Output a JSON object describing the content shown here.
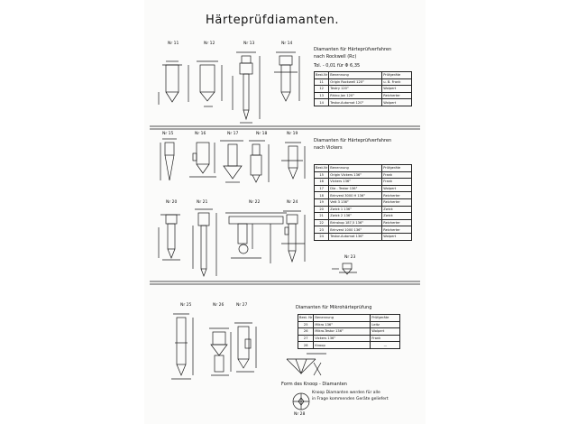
{
  "title": "Härteprüfdiamanten.",
  "rockwell": {
    "labels": [
      "Nr 11",
      "Nr 12",
      "Nr 13",
      "Nr 14"
    ],
    "heading_line1": "Diamanten für Härteprüfverfahren",
    "heading_line2": "nach Rockwell (Rc)",
    "tolerance": "Tol. - 0,01 für Φ 6,35",
    "columns": [
      "Best.Nr",
      "Benennung",
      "Prüfgeräte"
    ],
    "rows": [
      [
        "11",
        "Origin Rockwell 120°",
        "u. B. Frank"
      ],
      [
        "12",
        "Testry 120°",
        "Wolpert"
      ],
      [
        "13",
        "Rhino Jon 120°",
        "Reicherter"
      ],
      [
        "14",
        "Testor-Automat 120°",
        "Wolpert"
      ]
    ]
  },
  "vickers": {
    "labels_top": [
      "Nr 15",
      "Nr 16",
      "Nr 17",
      "Nr 18",
      "Nr 19"
    ],
    "labels_bottom": [
      "Nr 20",
      "Nr 21",
      "Nr 22",
      "Nr 24"
    ],
    "label_23": "Nr 23",
    "heading_line1": "Diamanten für Härteprüfverfahren",
    "heading_line2": "nach Vickers",
    "columns": [
      "Best.Nr",
      "Benennung",
      "Prüfgeräte"
    ],
    "rows": [
      [
        "15",
        "Origin Vickers 136°",
        "Frank"
      ],
      [
        "16",
        "Vickers 136°",
        "Frank"
      ],
      [
        "17",
        "Dia - Testor 136°",
        "Wolpert"
      ],
      [
        "18",
        "Brinvest 3000 H 136°",
        "Reicherter"
      ],
      [
        "19",
        "Vett 3 136°",
        "Reicherter"
      ],
      [
        "20",
        "Zwick 1 136°",
        "Zwick"
      ],
      [
        "21",
        "Zwick 2 136°",
        "Zwick"
      ],
      [
        "22",
        "Brinskop 187,5 136°",
        "Reicherter"
      ],
      [
        "23",
        "Brinvest 1000 136°",
        "Reicherter"
      ],
      [
        "24",
        "Testor-Automat 136°",
        "Wolpert"
      ]
    ]
  },
  "micro": {
    "labels": [
      "Nr 25",
      "Nr 26",
      "Nr 27"
    ],
    "heading": "Diamanten für Mikrohärteprüfung",
    "columns": [
      "Best. Nr",
      "Benennung",
      "Prüfgeräte"
    ],
    "rows": [
      [
        "25",
        "Mikro 136°",
        "Leitz"
      ],
      [
        "26",
        "Mikro-Testor 136°",
        "Wolpert"
      ],
      [
        "27",
        "Vickers 136°",
        "Frank"
      ],
      [
        "28",
        "Knoop",
        "—"
      ]
    ]
  },
  "knoop": {
    "caption": "Form des Knoop - Diamanten",
    "note_line1": "Knoop Diamanten werden für alle",
    "note_line2": "in Frage kommenden Geräte geliefert",
    "label": "Nr 28"
  },
  "colors": {
    "ink": "#111111",
    "paper": "#fbfbfa",
    "background": "#ffffff"
  }
}
